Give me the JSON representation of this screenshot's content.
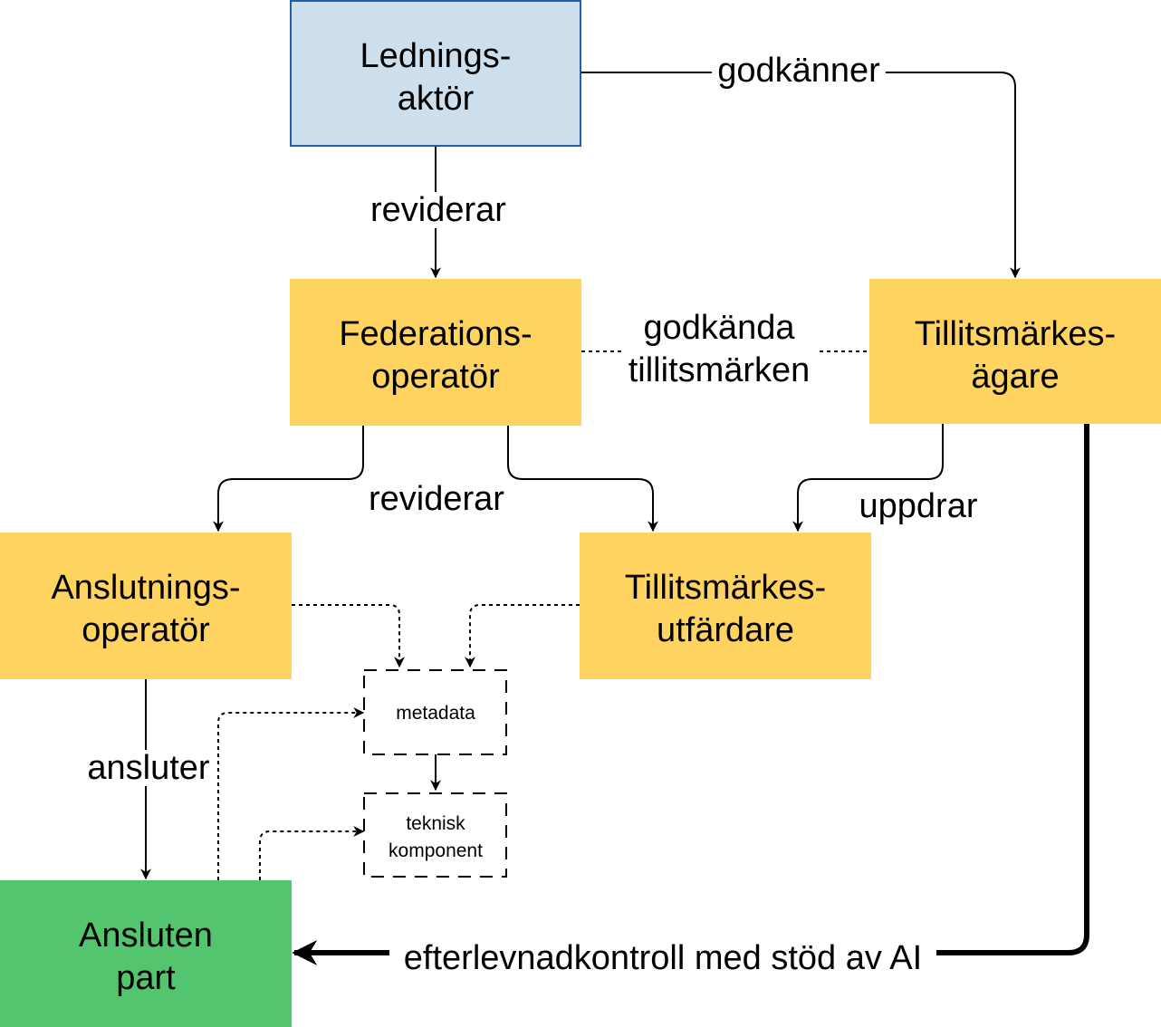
{
  "colors": {
    "blue_fill": "#cddeec",
    "blue_stroke": "#1f5faa",
    "yellow_fill": "#ffd35f",
    "green_fill": "#52c56e",
    "line": "#000000"
  },
  "nodes": {
    "lednings": {
      "line1": "Lednings-",
      "line2": "aktör"
    },
    "federation": {
      "line1": "Federations-",
      "line2": "operatör"
    },
    "agare": {
      "line1": "Tillitsmärkes-",
      "line2": "ägare"
    },
    "anslutning": {
      "line1": "Anslutnings-",
      "line2": "operatör"
    },
    "utfardare": {
      "line1": "Tillitsmärkes-",
      "line2": "utfärdare"
    },
    "ansluten": {
      "line1": "Ansluten",
      "line2": "part"
    },
    "metadata": {
      "line1": "metadata"
    },
    "teknisk": {
      "line1": "teknisk",
      "line2": "komponent"
    }
  },
  "edges": {
    "godkanner": "godkänner",
    "reviderar_top": "reviderar",
    "godkanda_line1": "godkända",
    "godkanda_line2": "tillitsmärken",
    "reviderar_mid": "reviderar",
    "uppdrar": "uppdrar",
    "ansluter": "ansluter",
    "efterlevnad": "efterlevnadkontroll med stöd av AI"
  }
}
